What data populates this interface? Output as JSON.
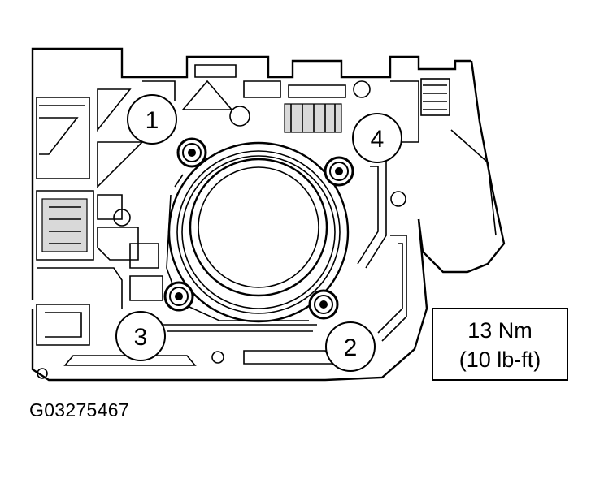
{
  "callouts": [
    {
      "label": "1"
    },
    {
      "label": "2"
    },
    {
      "label": "3"
    },
    {
      "label": "4"
    }
  ],
  "torque": {
    "line1": "13 Nm",
    "line2": "(10 lb-ft)"
  },
  "figure_id": "G03275467",
  "colors": {
    "line": "#000000",
    "background": "#ffffff",
    "shading": "#d9d9d9"
  }
}
